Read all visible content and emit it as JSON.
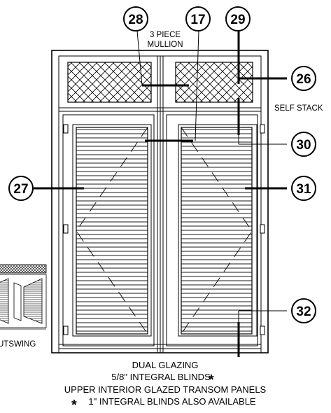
{
  "callouts": {
    "c28": "28",
    "c17": "17",
    "c29": "29",
    "c26": "26",
    "c30": "30",
    "c27": "27",
    "c31": "31",
    "c32": "32"
  },
  "notes": {
    "mullion_line1": "3 PIECE",
    "mullion_line2": "MULLION",
    "self_stack": "SELF STACK",
    "outswing": "UTSWING"
  },
  "caption": {
    "line1": "DUAL GLAZING",
    "line2": "5/8\" INTEGRAL BLINDS",
    "line3": "UPPER INTERIOR GLAZED TRANSOM PANELS",
    "line4": "1\" INTEGRAL BLINDS ALSO AVAILABLE",
    "star": "*"
  }
}
